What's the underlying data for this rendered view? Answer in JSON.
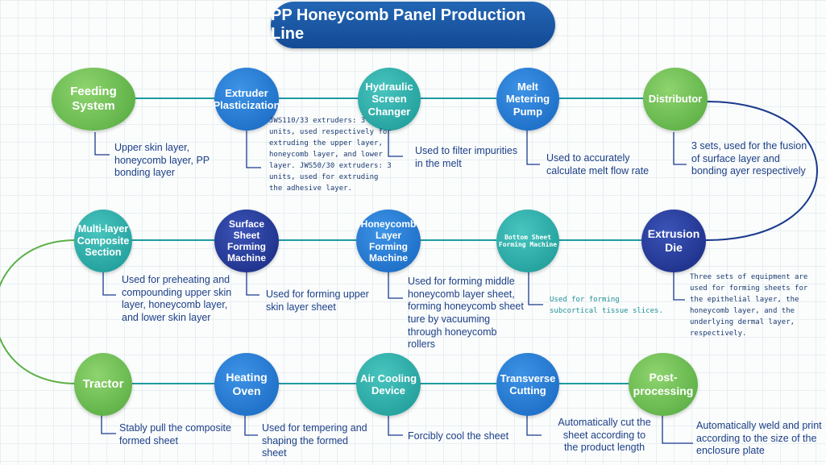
{
  "title": "PP Honeycomb Panel Production Line",
  "nodes": [
    {
      "label_lines": [
        "Feeding",
        "System"
      ],
      "color": "#5cb045",
      "description": "Upper skin layer, honeycomb layer, PP bonding layer"
    },
    {
      "label_lines": [
        "Extruder",
        "Plasticization"
      ],
      "color": "#1d6fc8",
      "description": "JWS110/33 extruders: 3 units, used respectively for extruding the upper layer, honeycomb layer, and lower layer. JWS50/30 extruders: 3 units, used for extruding the adhesive layer."
    },
    {
      "label_lines": [
        "Hydraulic",
        "Screen",
        "Changer"
      ],
      "color": "#1f9e9a",
      "description": "Used to filter impurities in the melt"
    },
    {
      "label_lines": [
        "Melt",
        "Metering",
        "Pump"
      ],
      "color": "#1d6fc8",
      "description": "Used to accurately calculate melt flow rate"
    },
    {
      "label_lines": [
        "Distributor"
      ],
      "color": "#5cb045",
      "description": "3 sets, used for the fusion of surface layer and bonding ayer respectively"
    },
    {
      "label_lines": [
        "Multi-layer",
        "Composite",
        "Section"
      ],
      "color": "#1f9e9a",
      "description": "Used for preheating and compounding upper skin layer, honeycomb layer, and lower skin layer"
    },
    {
      "label_lines": [
        "Surface",
        "Sheet Forming",
        "Machine"
      ],
      "color": "#1a2f8a",
      "description": "Used for forming upper skin layer sheet"
    },
    {
      "label_lines": [
        "Honeycomb",
        "Layer Forming",
        "Machine"
      ],
      "color": "#1d6fc8",
      "description": "Used for forming middle honeycomb layer sheet, forming honeycomb sheet ture by vacuuming through honeycomb rollers"
    },
    {
      "label_lines": [
        "Bottom Sheet",
        "Forming Machine"
      ],
      "color": "#1f9e9a",
      "description": "Used for forming subcortical tissue slices."
    },
    {
      "label_lines": [
        "Extrusion",
        "Die"
      ],
      "color": "#1a2f8a",
      "description": "Three sets of equipment are used for forming sheets for the epithelial layer, the honeycomb layer, and the underlying dermal layer, respectively."
    },
    {
      "label_lines": [
        "Tractor"
      ],
      "color": "#5cb045",
      "description": "Stably pull the composite formed sheet"
    },
    {
      "label_lines": [
        "Heating",
        "Oven"
      ],
      "color": "#1d6fc8",
      "description": "Used for tempering and shaping the formed sheet"
    },
    {
      "label_lines": [
        "Air Cooling",
        "Device"
      ],
      "color": "#1f9e9a",
      "description": "Forcibly cool the sheet"
    },
    {
      "label_lines": [
        "Transverse",
        "Cutting"
      ],
      "color": "#1d6fc8",
      "description": "Automatically cut the sheet according to the product length"
    },
    {
      "label_lines": [
        "Post-",
        "processing"
      ],
      "color": "#5cb045",
      "description": "Automatically weld and print according to the size of the enclosure plate"
    }
  ]
}
